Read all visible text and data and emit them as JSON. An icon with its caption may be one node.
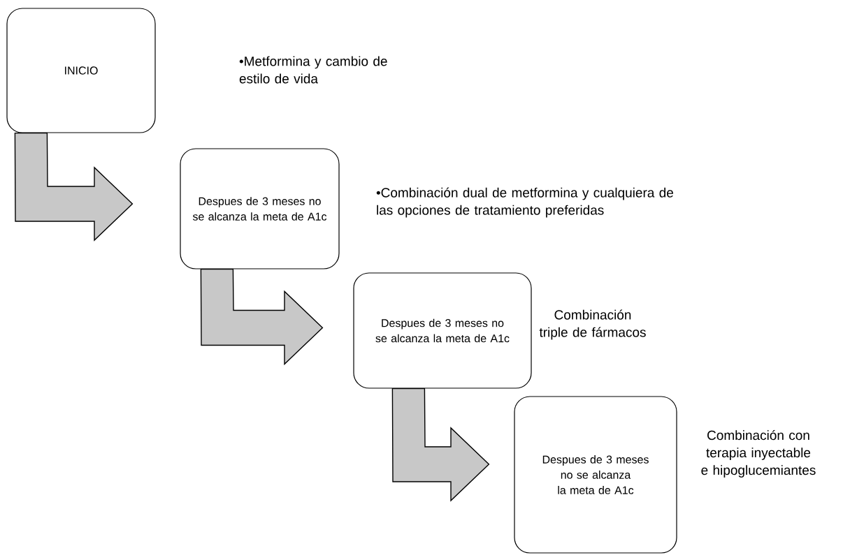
{
  "diagram": {
    "nodes": [
      {
        "text": [
          "INICIO"
        ]
      },
      {
        "text": [
          "Despues de 3 meses no se alcanza la meta de A1c"
        ]
      },
      {
        "text": [
          "Despues de 3 meses no se alcanza la meta de A1c"
        ]
      },
      {
        "text": [
          "Despues de 3 meses no se alcanza la meta de A1c"
        ]
      }
    ],
    "edges": [
      {
        "from": 0,
        "to": 1,
        "arrow": "to",
        "style": "thick"
      },
      {
        "from": 1,
        "to": 2,
        "arrow": "to",
        "style": "thick"
      },
      {
        "from": 2,
        "to": 3,
        "arrow": "to",
        "style": "thick"
      }
    ],
    "labels": [
      "•Metformina y cambio de estilo de vida",
      "•Combinación dual de metformina y cualquiera de las opciones de tratamiento preferidas",
      "Combinación triple de fármacos",
      "Combinación con terapia inyectable e hipoglucemiantes"
    ]
  }
}
